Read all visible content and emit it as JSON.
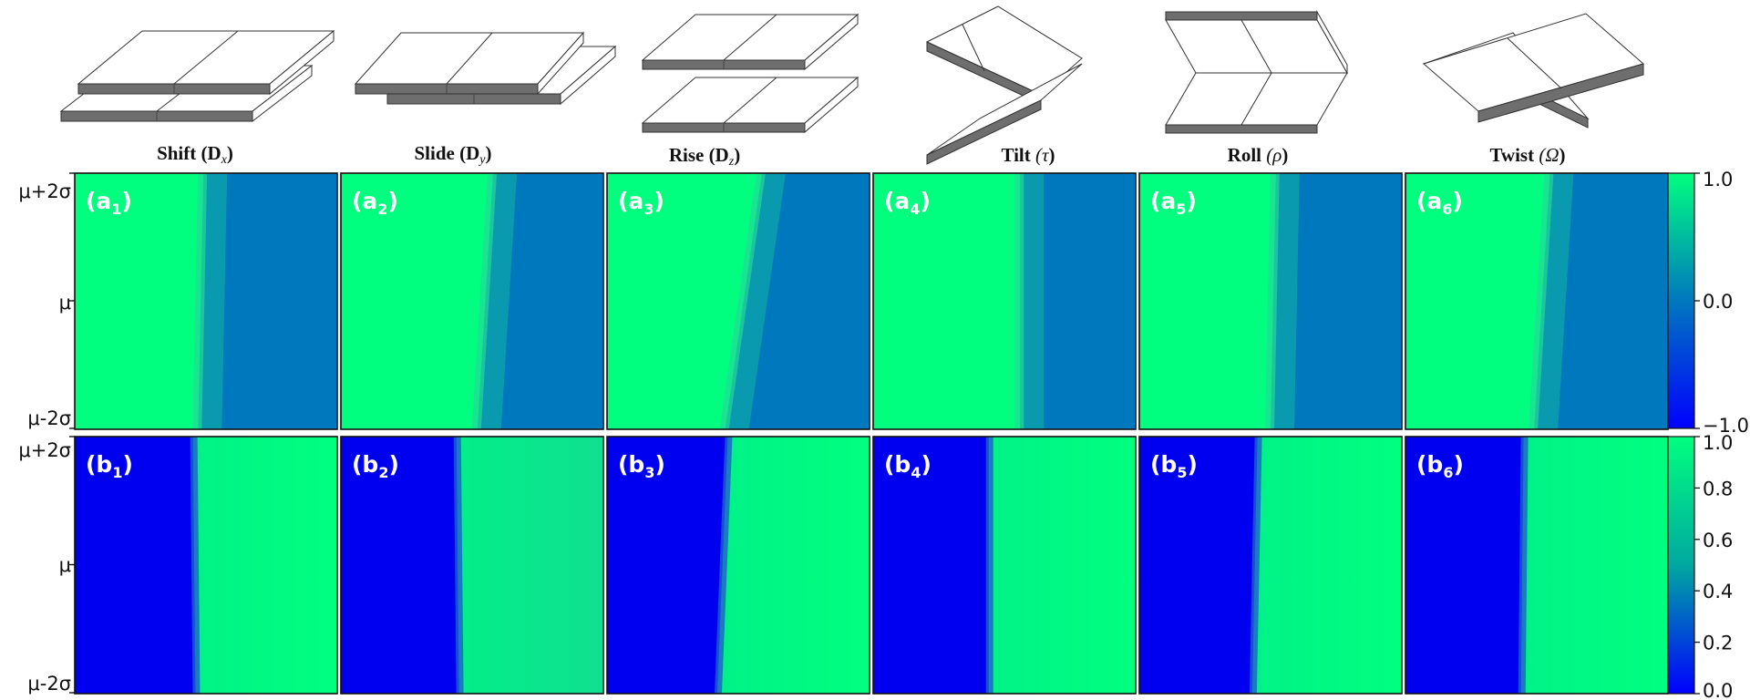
{
  "schematics": [
    {
      "name": "Shift",
      "symbol": "(D",
      "sub": "x",
      "close": ")"
    },
    {
      "name": "Slide",
      "symbol": "(D",
      "sub": "y",
      "close": ")"
    },
    {
      "name": "Rise",
      "symbol": "(D",
      "sub": "z",
      "close": ")"
    },
    {
      "name": "Tilt",
      "symbol": "(τ",
      "sub": "",
      "close": ")"
    },
    {
      "name": "Roll",
      "symbol": "(ρ",
      "sub": "",
      "close": ")"
    },
    {
      "name": "Twist",
      "symbol": "(Ω",
      "sub": "",
      "close": ")"
    }
  ],
  "colors": {
    "green": "#00ff7f",
    "mid_teal": "#00a8a0",
    "steel_blue": "#0078be",
    "blue": "#0000f0"
  },
  "chart_data": [
    {
      "type": "heatmap",
      "row": "a",
      "colorbar": {
        "ticks": [
          "1.0",
          "0.0",
          "−1.0"
        ],
        "values": [
          1.0,
          0.0,
          -1.0
        ],
        "range": [
          -1.0,
          1.0
        ]
      },
      "y_ticks": [
        "μ+2σ",
        "μ",
        "μ-2σ"
      ],
      "panels": [
        {
          "tag": "(a",
          "sub": "1",
          "close": ")",
          "left_value": 1.0,
          "right_value": 0.18,
          "boundary_top": 0.49,
          "boundary_bottom": 0.47
        },
        {
          "tag": "(a",
          "sub": "2",
          "close": ")",
          "left_value": 1.0,
          "right_value": 0.18,
          "boundary_top": 0.58,
          "boundary_bottom": 0.52
        },
        {
          "tag": "(a",
          "sub": "3",
          "close": ")",
          "left_value": 1.0,
          "right_value": 0.18,
          "boundary_top": 0.59,
          "boundary_bottom": 0.45
        },
        {
          "tag": "(a",
          "sub": "4",
          "close": ")",
          "left_value": 1.0,
          "right_value": 0.18,
          "boundary_top": 0.56,
          "boundary_bottom": 0.56
        },
        {
          "tag": "(a",
          "sub": "5",
          "close": ")",
          "left_value": 1.0,
          "right_value": 0.18,
          "boundary_top": 0.52,
          "boundary_bottom": 0.5
        },
        {
          "tag": "(a",
          "sub": "6",
          "close": ")",
          "left_value": 1.0,
          "right_value": 0.18,
          "boundary_top": 0.55,
          "boundary_bottom": 0.49
        }
      ]
    },
    {
      "type": "heatmap",
      "row": "b",
      "colorbar": {
        "ticks": [
          "1.0",
          "0.8",
          "0.6",
          "0.4",
          "0.2",
          "0.0"
        ],
        "values": [
          1.0,
          0.8,
          0.6,
          0.4,
          0.2,
          0.0
        ],
        "range": [
          0.0,
          1.0
        ]
      },
      "y_ticks": [
        "μ+2σ",
        "μ",
        "μ-2σ"
      ],
      "panels": [
        {
          "tag": "(b",
          "sub": "1",
          "close": ")",
          "left_value": 0.0,
          "right_value": 1.0,
          "boundary_top": 0.45,
          "boundary_bottom": 0.46
        },
        {
          "tag": "(b",
          "sub": "2",
          "close": ")",
          "left_value": 0.0,
          "right_value": 0.9,
          "boundary_top": 0.44,
          "boundary_bottom": 0.45
        },
        {
          "tag": "(b",
          "sub": "3",
          "close": ")",
          "left_value": 0.0,
          "right_value": 1.0,
          "boundary_top": 0.46,
          "boundary_bottom": 0.42
        },
        {
          "tag": "(b",
          "sub": "4",
          "close": ")",
          "left_value": 0.0,
          "right_value": 1.0,
          "boundary_top": 0.44,
          "boundary_bottom": 0.44
        },
        {
          "tag": "(b",
          "sub": "5",
          "close": ")",
          "left_value": 0.0,
          "right_value": 1.0,
          "boundary_top": 0.45,
          "boundary_bottom": 0.43
        },
        {
          "tag": "(b",
          "sub": "6",
          "close": ")",
          "left_value": 0.0,
          "right_value": 1.0,
          "boundary_top": 0.45,
          "boundary_bottom": 0.44
        }
      ]
    }
  ]
}
